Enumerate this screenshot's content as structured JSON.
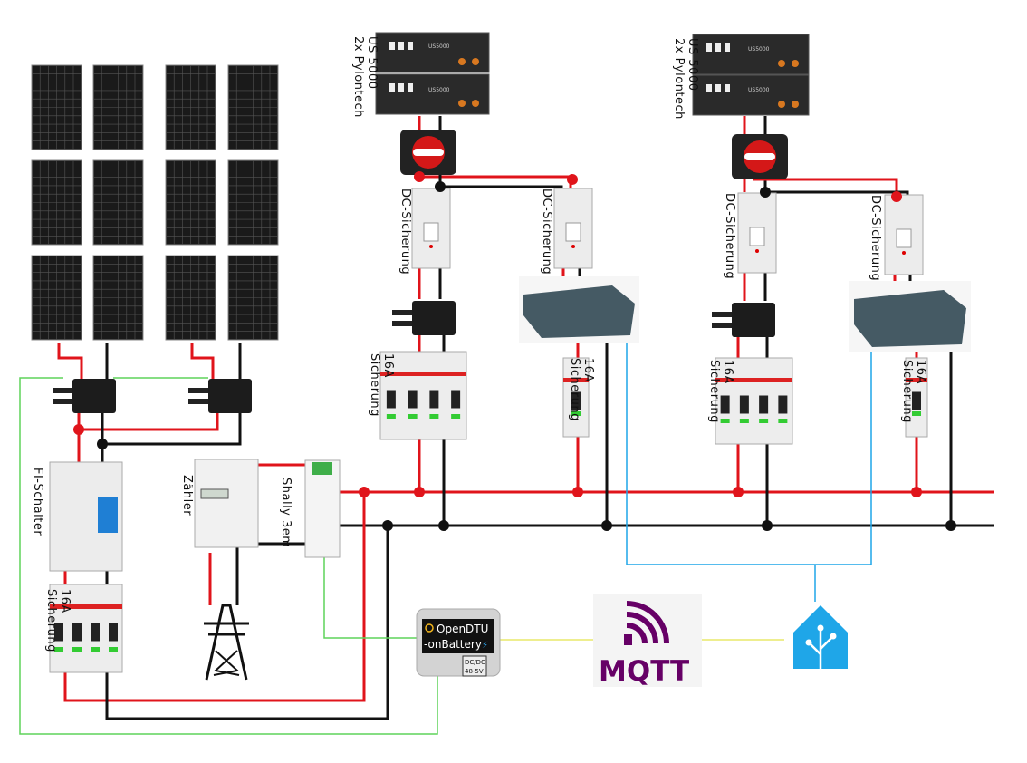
{
  "labels": {
    "battery_left": [
      "2x Pylontech",
      "US 5000"
    ],
    "battery_right": [
      "2x Pylontech",
      "US 5000"
    ],
    "dc_fuse": "DC-Sicherung",
    "fuse_16a": [
      "Sicherung",
      "16A"
    ],
    "fi_switch": "FI-Schalter",
    "meter": "Zähler",
    "shelly": "Shally 3em",
    "battery_model": "US5000",
    "opendtu": [
      "OpenDTU",
      "-onBattery"
    ],
    "dcdc": [
      "DC/DC",
      "48-5V"
    ],
    "mqtt": "MQTT"
  },
  "colors": {
    "ac_live": "#e0141b",
    "neutral": "#111111",
    "data_green": "#5fd35a",
    "data_yellow": "#e8e86a",
    "home_assistant_blue": "#1fa6e8",
    "mqtt_purple": "#660066",
    "wifi_blue": "#2a9be0"
  },
  "icons": [
    "solar-panel",
    "microinverter",
    "battery",
    "battery-switch",
    "dc-fuse",
    "charger",
    "circuit-breaker",
    "rcd",
    "energy-meter",
    "shelly",
    "power-tower",
    "opendtu-board",
    "mqtt-logo",
    "home-assistant-logo"
  ]
}
